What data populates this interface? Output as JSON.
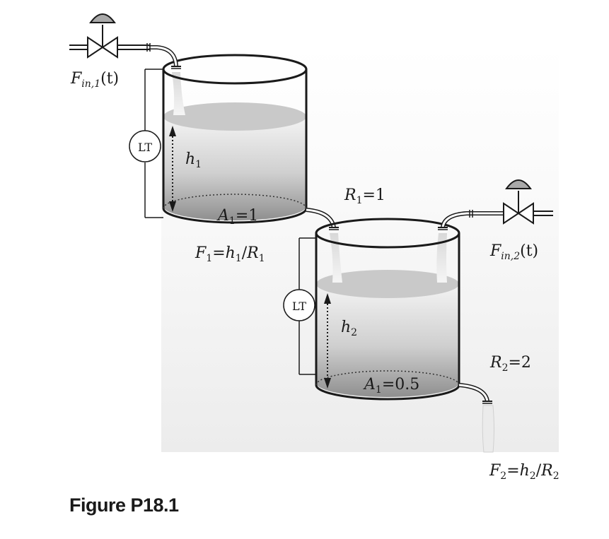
{
  "figure": {
    "caption": "Figure P18.1",
    "tank1": {
      "level_label": "h",
      "level_sub": "1",
      "area_label": "A",
      "area_sub": "1",
      "area_value": "=1"
    },
    "tank2": {
      "level_label": "h",
      "level_sub": "2",
      "area_label": "A",
      "area_sub": "1",
      "area_value": "=0.5"
    },
    "transmitters": {
      "tank1": "LT",
      "tank2": "LT"
    },
    "inflow1": {
      "symbol": "F",
      "sub": "in,1",
      "arg": "(t)"
    },
    "inflow2": {
      "symbol": "F",
      "sub": "in,2",
      "arg": "(t)"
    },
    "resistance1": {
      "symbol": "R",
      "sub": "1",
      "value": "=1"
    },
    "resistance2": {
      "symbol": "R",
      "sub": "2",
      "value": "=2"
    },
    "outflow1": {
      "f": "F",
      "f_sub": "1",
      "eq": "=",
      "h": "h",
      "h_sub": "1",
      "slash": "/",
      "r": "R",
      "r_sub": "1"
    },
    "outflow2": {
      "f": "F",
      "f_sub": "2",
      "eq": "=",
      "h": "h",
      "h_sub": "2",
      "slash": "/",
      "r": "R",
      "r_sub": "2"
    }
  }
}
